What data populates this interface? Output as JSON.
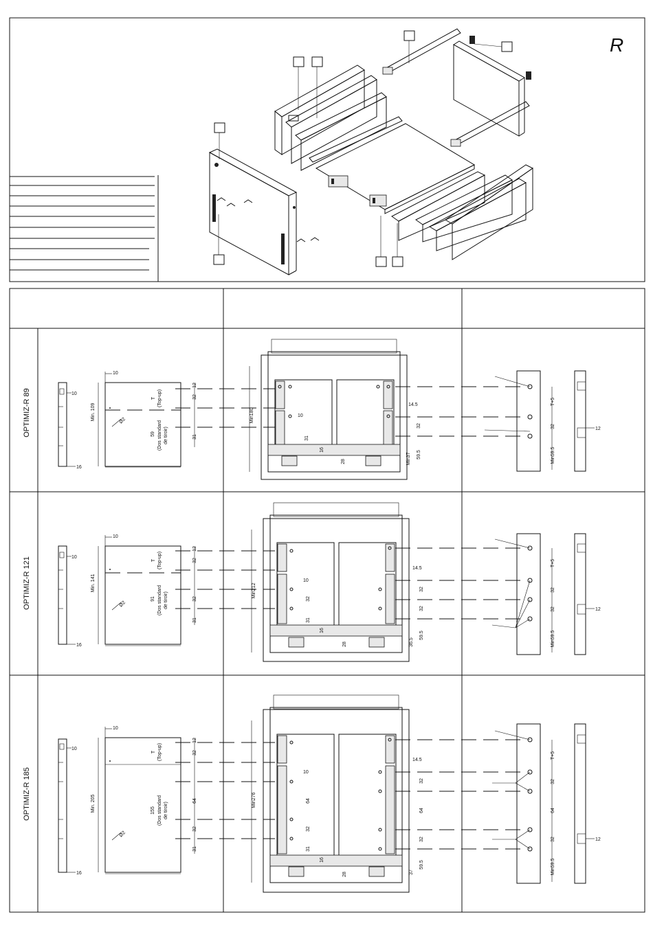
{
  "top_panel": {
    "logo": "R"
  },
  "rows": [
    {
      "label": "OPTIMIZ-R 89",
      "left": {
        "top_offset": "10",
        "side_tick": "10",
        "height": "Min. 109",
        "bottom": "16",
        "t_label": "T",
        "top_up": "(Top-up)",
        "back_height": "59",
        "back_label_1": "(Dos standard",
        "back_label_2": "de tiroir)",
        "diam": "Ø2",
        "dims": [
          "12",
          "32",
          "31"
        ]
      },
      "middle": {
        "min_height": "Min180",
        "hole": "10",
        "v31": "31",
        "v16": "16",
        "v28": "28",
        "side": "14.5",
        "v32": "32",
        "v595": "59.5",
        "v37": "Min37"
      },
      "right": {
        "t5": "T+5",
        "v32": "32",
        "min595": "Min59.5",
        "v12": "12"
      }
    },
    {
      "label": "OPTIMIZ-R 121",
      "left": {
        "top_offset": "10",
        "side_tick": "10",
        "height": "Min. 141",
        "bottom": "16",
        "t_label": "T",
        "top_up": "(Top-up)",
        "back_height": "91",
        "back_label_1": "(Dos standard",
        "back_label_2": "de tiroir)",
        "diam": "Ø2",
        "dims": [
          "12",
          "32",
          "32",
          "31"
        ]
      },
      "middle": {
        "min_height": "Min212",
        "hole": "10",
        "v32": "32",
        "v31": "31",
        "v16": "16",
        "v28": "28",
        "side": "14.5",
        "v595": "59.5",
        "v365": "36.5"
      },
      "right": {
        "t5": "T+5",
        "v32": "32",
        "min595": "Min59.5",
        "v12": "12"
      }
    },
    {
      "label": "OPTIMIZ-R 185",
      "left": {
        "top_offset": "10",
        "side_tick": "10",
        "height": "Min. 205",
        "bottom": "16",
        "t_label": "T",
        "top_up": "(Top-up)",
        "back_height": "155",
        "back_label_1": "(Dos standard",
        "back_label_2": "de tiroir)",
        "diam": "Ø2",
        "dims": [
          "12",
          "32",
          "64",
          "32",
          "31"
        ]
      },
      "middle": {
        "min_height": "Min276",
        "hole": "10",
        "v64": "64",
        "v32": "32",
        "v31": "31",
        "v16": "16",
        "v28": "28",
        "side": "14.5",
        "v595": "59.5",
        "v37": "37"
      },
      "right": {
        "t5": "T+5",
        "v32": "32",
        "v64": "64",
        "min595": "Min59.5",
        "v12": "12"
      }
    }
  ]
}
